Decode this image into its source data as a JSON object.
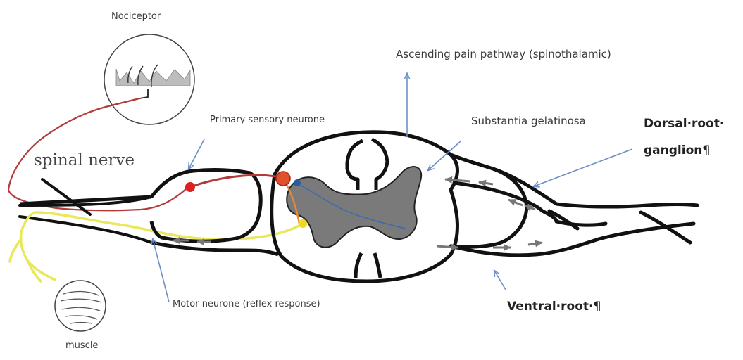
{
  "labels": {
    "nociceptor": "Nociceptor",
    "ascending": "Ascending pain pathway  (spinothalamic)",
    "primary_sensory": "Primary sensory neurone",
    "substantia": "Substantia gelatinosa",
    "dorsal_root_line1": "Dorsal·root·",
    "dorsal_root_line2": "ganglion¶",
    "spinal_nerve": "spinal nerve",
    "motor_neurone": "Motor neurone (reflex response)",
    "ventral_root": "Ventral·root·¶",
    "muscle": "muscle"
  },
  "colors": {
    "outline": "#111111",
    "grey_matter": "#7a7a7a",
    "sensory_pathway": "#b23a3a",
    "motor_pathway": "#e8e85a",
    "arrow": "#6c8fc7",
    "internal_arrow": "#777777",
    "synapse_red": "#e02020",
    "synapse_yellow": "#f2d81a",
    "synapse_blue": "#2a5aa0",
    "interneuron": "#e08a3a"
  },
  "icons": [
    "nociceptor-skin-icon",
    "muscle-fibre-icon"
  ]
}
